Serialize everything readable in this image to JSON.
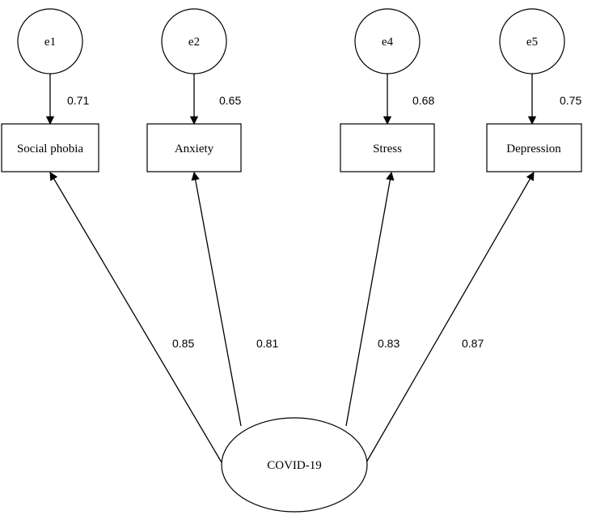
{
  "errors": [
    {
      "label": "e1",
      "loading": "0.71"
    },
    {
      "label": "e2",
      "loading": "0.65"
    },
    {
      "label": "e4",
      "loading": "0.68"
    },
    {
      "label": "e5",
      "loading": "0.75"
    }
  ],
  "indicators": [
    {
      "label": "Social phobia",
      "loading": "0.85"
    },
    {
      "label": "Anxiety",
      "loading": "0.81"
    },
    {
      "label": "Stress",
      "loading": "0.83"
    },
    {
      "label": "Depression",
      "loading": "0.87"
    }
  ],
  "latent": {
    "label": "COVID-19"
  }
}
